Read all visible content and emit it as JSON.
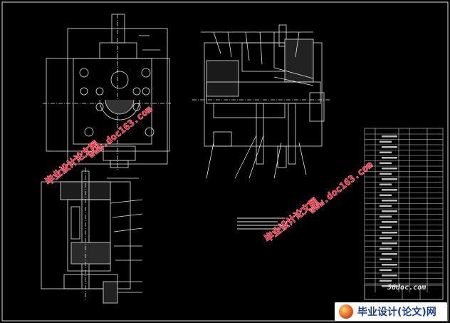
{
  "watermarks": {
    "site_cn": "毕业设计论文网",
    "site_url": "www.doc163.com"
  },
  "brand": {
    "logo_icon": "globe-logo-icon",
    "name": "毕业设计(论文)网",
    "small_url": "56doc.com"
  },
  "colors": {
    "background": "#000000",
    "drawing_lines": "#e6e6e6",
    "watermark_red": "#ff2a3a",
    "brand_blue": "#1b3f8e"
  }
}
